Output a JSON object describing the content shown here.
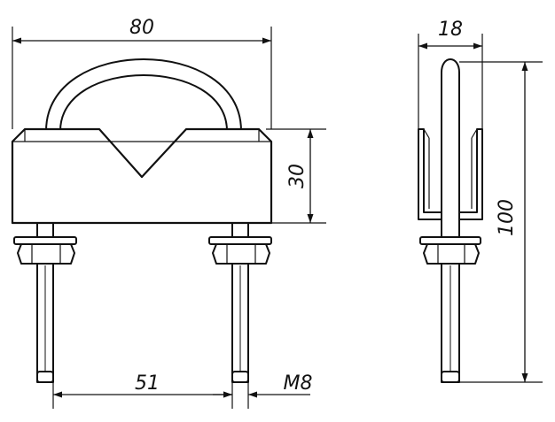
{
  "dimensions": {
    "width_label": "80",
    "height_label": "30",
    "bolt_spacing_label": "51",
    "thread_label": "M8",
    "depth_label": "18",
    "total_height_label": "100"
  }
}
